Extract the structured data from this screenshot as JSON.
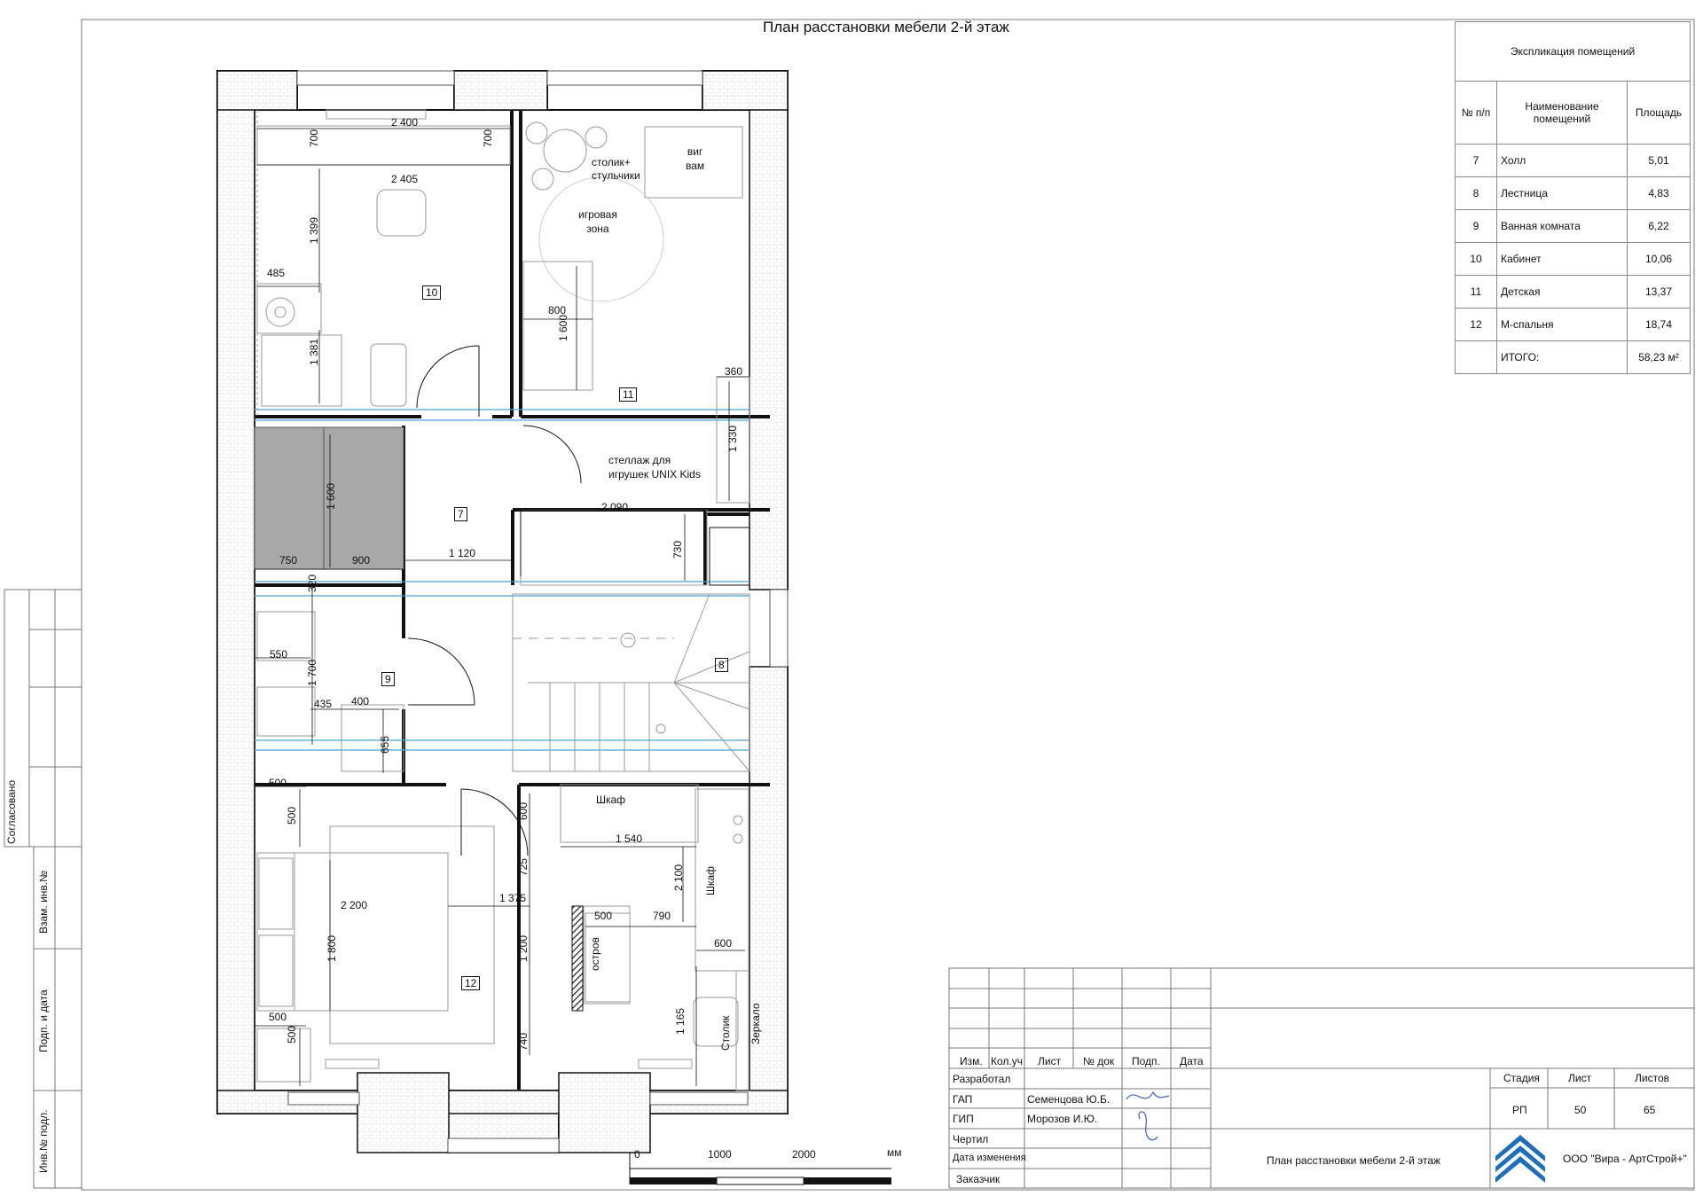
{
  "title": "План расстановки мебели 2-й этаж",
  "explication": {
    "caption": "Экспликация помещений",
    "headers": [
      "№ п/п",
      "Наименование помещений",
      "Площадь"
    ],
    "rows": [
      {
        "num": "7",
        "name": "Холл",
        "area": "5,01"
      },
      {
        "num": "8",
        "name": "Лестница",
        "area": "4,83"
      },
      {
        "num": "9",
        "name": "Ванная комната",
        "area": "6,22"
      },
      {
        "num": "10",
        "name": "Кабинет",
        "area": "10,06"
      },
      {
        "num": "11",
        "name": "Детская",
        "area": "13,37"
      },
      {
        "num": "12",
        "name": "М-спальня",
        "area": "18,74"
      }
    ],
    "total_label": "ИТОГО:",
    "total_area": "58,23 м²"
  },
  "room_numbers": [
    "7",
    "8",
    "9",
    "10",
    "11",
    "12"
  ],
  "labels": {
    "table": "столик+\nстульчики",
    "bean": "виг\nвам",
    "play": "игровая\nзона",
    "shelf": "стеллаж для\nигрушек UNIX Kids",
    "wardrobe": "Шкаф",
    "wardrobe2": "Шкаф",
    "island": "остров",
    "stool": "Столик",
    "mirror": "Зеркало"
  },
  "dims": {
    "d2400": "2 400",
    "d2405": "2 405",
    "d700a": "700",
    "d700b": "700",
    "d1399": "1 399",
    "d485": "485",
    "d1381": "1 381",
    "d800": "800",
    "d1600a": "1 600",
    "d360": "360",
    "d1330": "1 330",
    "d1600b": "1 600",
    "d750": "750",
    "d900": "900",
    "d1120": "1 120",
    "d2090": "2 090",
    "d730": "730",
    "d320": "320",
    "d550": "550",
    "d1700": "1 700",
    "d435": "435",
    "d400": "400",
    "d655": "655",
    "d500a": "500",
    "d500b": "500",
    "d600a": "600",
    "d1540": "1 540",
    "d725": "725",
    "d2100": "2 100",
    "d2200": "2 200",
    "d1375": "1 375",
    "d1800": "1 800",
    "d500c": "500",
    "d790": "790",
    "d600b": "600",
    "d1200": "1 200",
    "d500d": "500",
    "d500e": "500",
    "d1165": "1 165",
    "d740": "740"
  },
  "scale": {
    "s0": "0",
    "s1000": "1000",
    "s2000": "2000",
    "unit": "мм"
  },
  "side_stamp": {
    "agreed": "Согласовано",
    "inv_vzam": "Взам. инв.№",
    "sign_date": "Подп. и дата",
    "inv_orig": "Инв.№ подл."
  },
  "title_block": {
    "cols": [
      "Изм.",
      "Кол.уч",
      "Лист",
      "№ док",
      "Подп.",
      "Дата"
    ],
    "roles": [
      "Разработал",
      "ГАП",
      "ГИП",
      "Чертил",
      "Дата изменения",
      "Заказчик"
    ],
    "gap_name": "Семенцова Ю.Б.",
    "gip_name": "Морозов И.Ю.",
    "stage_h": "Стадия",
    "sheet_h": "Лист",
    "sheets_h": "Листов",
    "stage": "РП",
    "sheet": "50",
    "sheets": "65",
    "drawing": "План расстановки мебели 2-й этаж",
    "company": "ООО \"Вира - АртСтрой+\""
  }
}
